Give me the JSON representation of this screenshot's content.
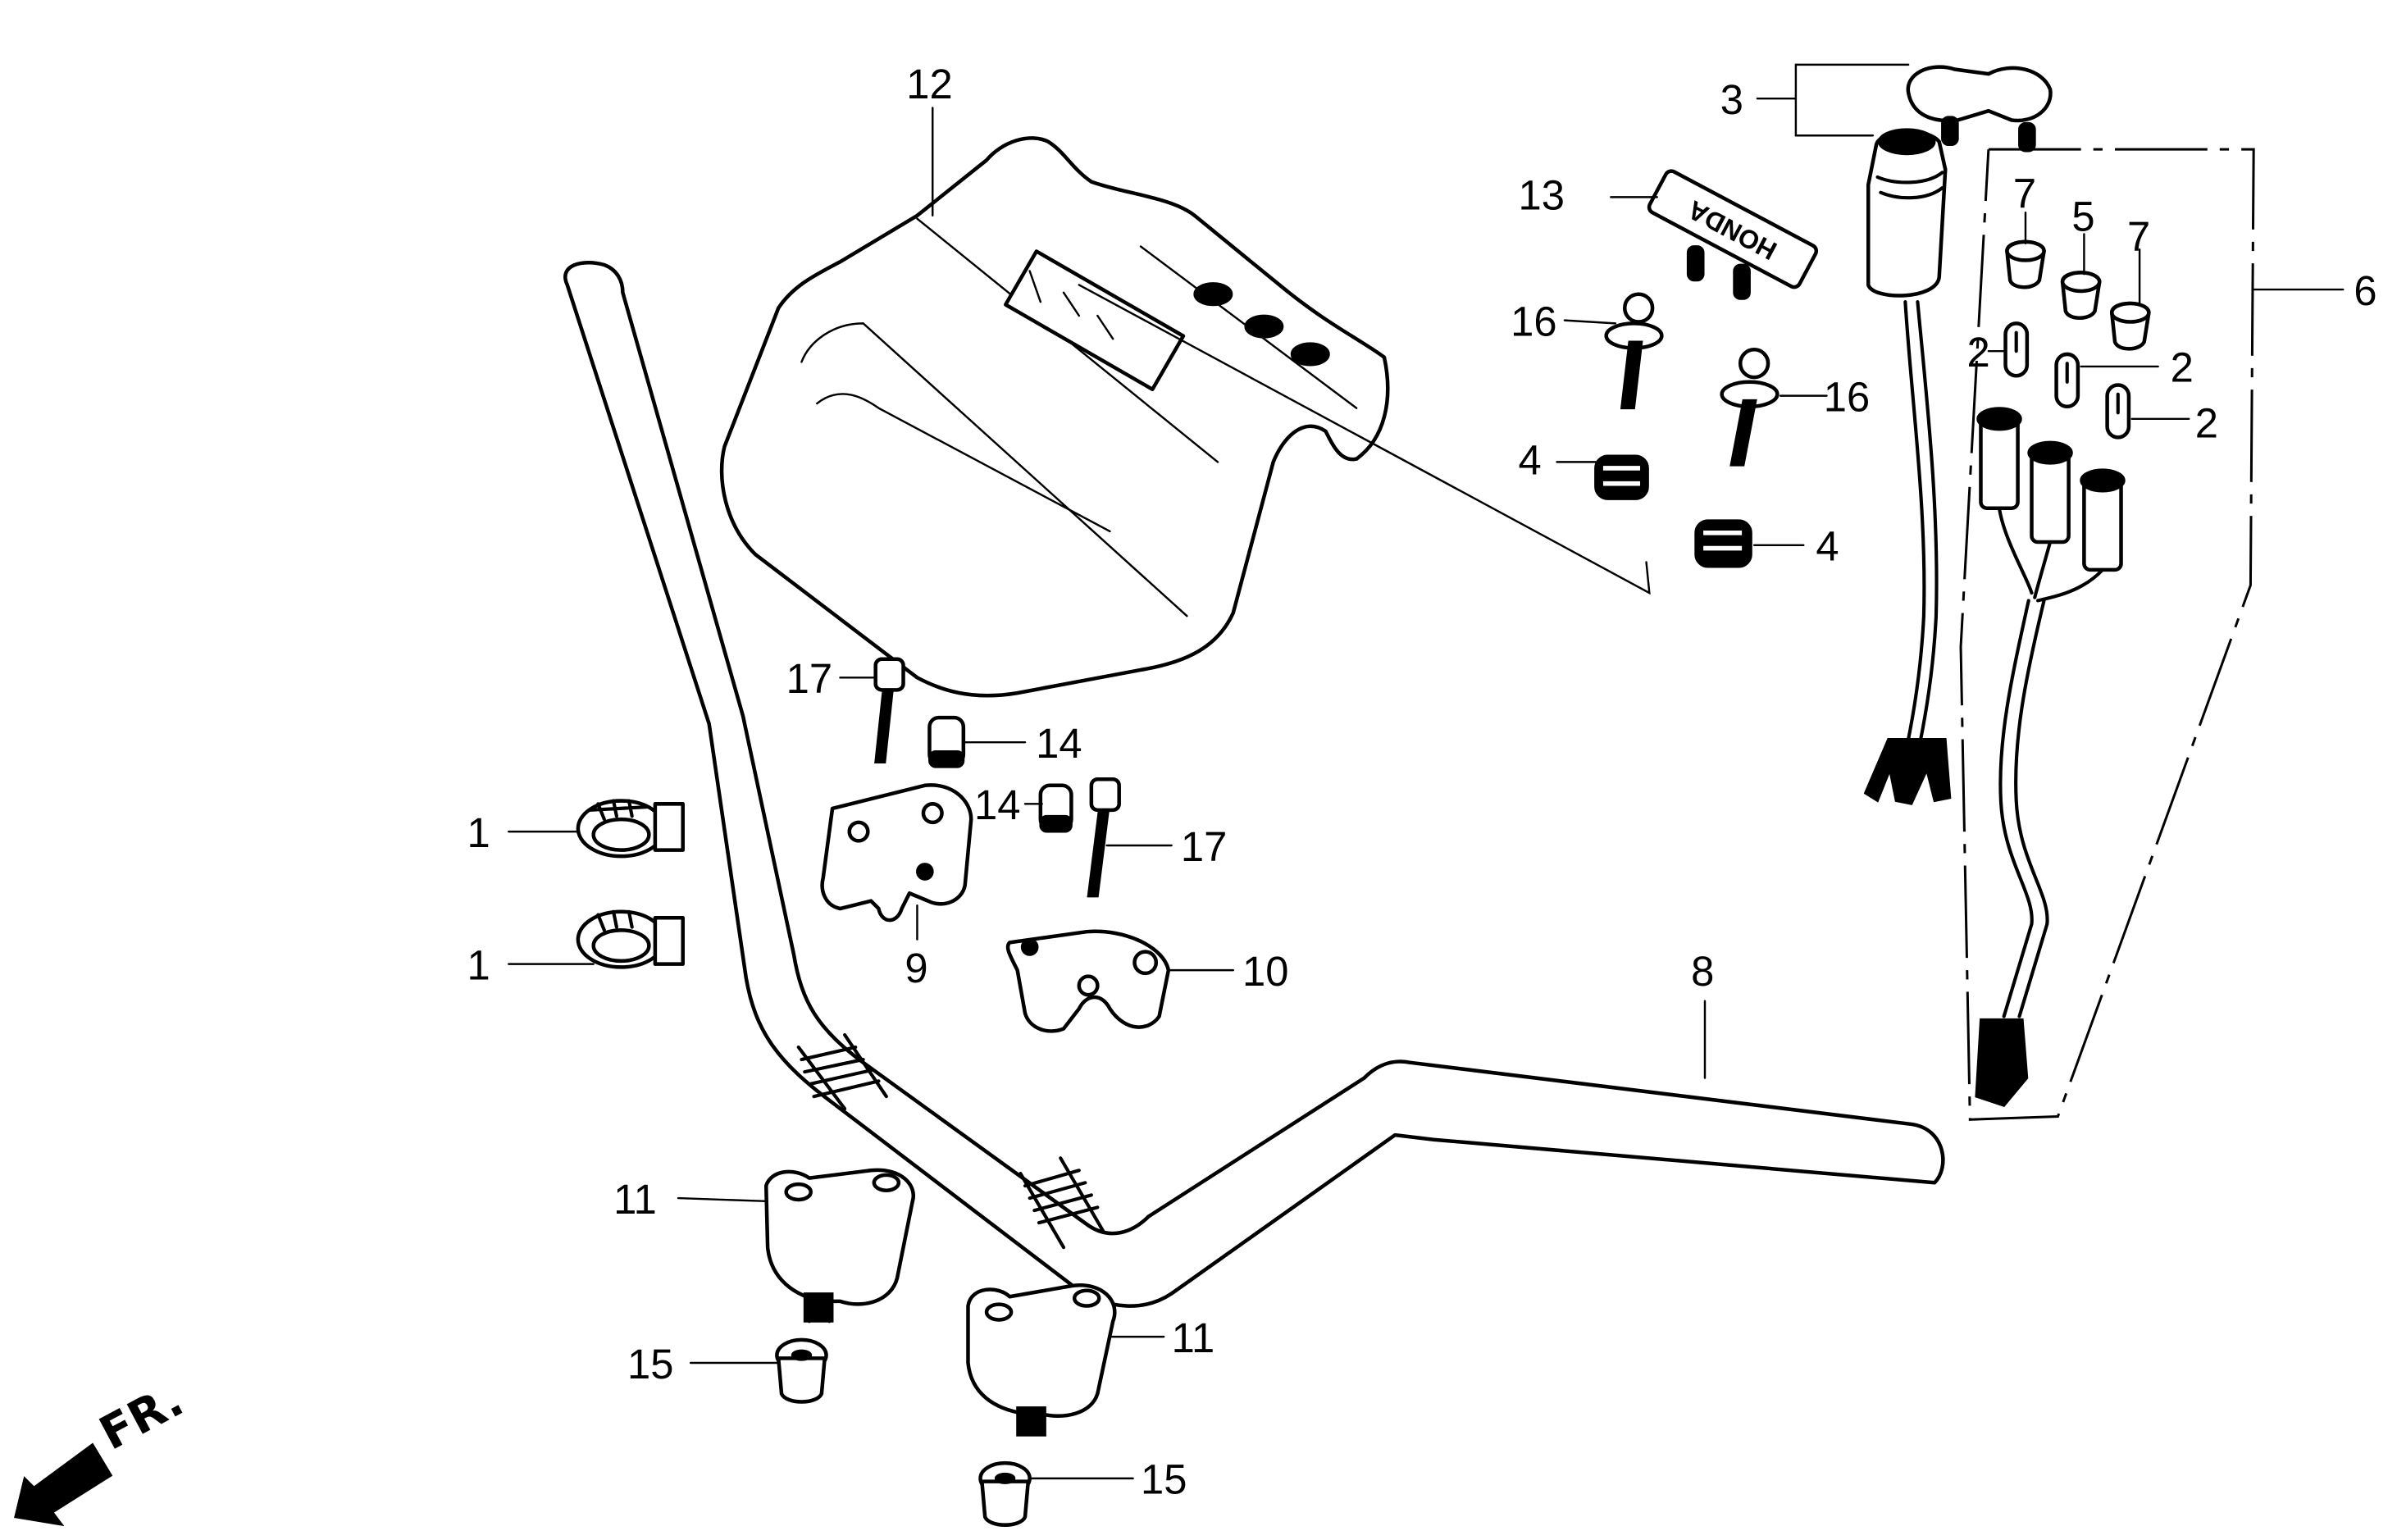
{
  "diagram": {
    "title": "Handlebar exploded parts diagram",
    "brand_emblem_text": "HONDA",
    "front_indicator": {
      "label": "FR.",
      "icon": "front-direction-arrow-icon"
    },
    "callouts": [
      {
        "id": "c1a",
        "number": "1",
        "part": "band"
      },
      {
        "id": "c1b",
        "number": "1",
        "part": "band"
      },
      {
        "id": "c2a",
        "number": "2",
        "part": "bulb"
      },
      {
        "id": "c2b",
        "number": "2",
        "part": "bulb"
      },
      {
        "id": "c2c",
        "number": "2",
        "part": "bulb"
      },
      {
        "id": "c3",
        "number": "3",
        "part": "key set / ignition switch"
      },
      {
        "id": "c4a",
        "number": "4",
        "part": "rubber mount"
      },
      {
        "id": "c4b",
        "number": "4",
        "part": "rubber mount"
      },
      {
        "id": "c5",
        "number": "5",
        "part": "indicator lens"
      },
      {
        "id": "c6",
        "number": "6",
        "part": "indicator harness assembly"
      },
      {
        "id": "c7a",
        "number": "7",
        "part": "indicator lens"
      },
      {
        "id": "c7b",
        "number": "7",
        "part": "indicator lens"
      },
      {
        "id": "c8",
        "number": "8",
        "part": "handlebar"
      },
      {
        "id": "c9",
        "number": "9",
        "part": "handlebar upper holder"
      },
      {
        "id": "c10",
        "number": "10",
        "part": "handlebar upper holder"
      },
      {
        "id": "c11a",
        "number": "11",
        "part": "handlebar lower holder"
      },
      {
        "id": "c11b",
        "number": "11",
        "part": "handlebar lower holder"
      },
      {
        "id": "c12",
        "number": "12",
        "part": "handlebar cover"
      },
      {
        "id": "c13",
        "number": "13",
        "part": "emblem"
      },
      {
        "id": "c14a",
        "number": "14",
        "part": "collar"
      },
      {
        "id": "c14b",
        "number": "14",
        "part": "collar"
      },
      {
        "id": "c15a",
        "number": "15",
        "part": "nut"
      },
      {
        "id": "c15b",
        "number": "15",
        "part": "nut"
      },
      {
        "id": "c16a",
        "number": "16",
        "part": "screw"
      },
      {
        "id": "c16b",
        "number": "16",
        "part": "screw"
      },
      {
        "id": "c17a",
        "number": "17",
        "part": "bolt"
      },
      {
        "id": "c17b",
        "number": "17",
        "part": "bolt"
      }
    ]
  }
}
